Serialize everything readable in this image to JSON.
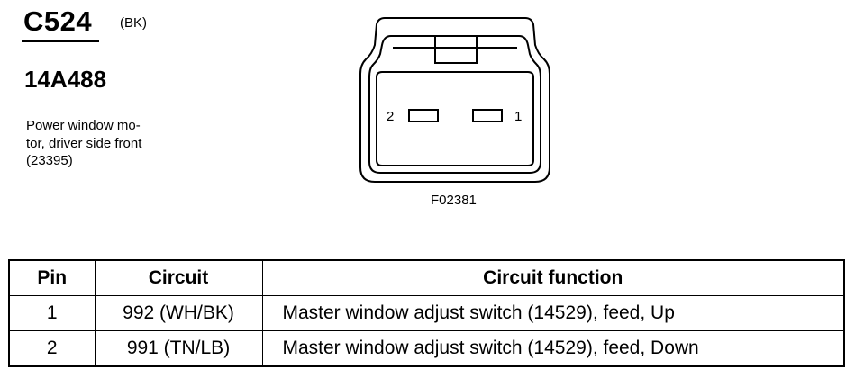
{
  "header": {
    "connector_id": "C524",
    "connector_color": "(BK)",
    "part_number": "14A488",
    "description_lines": [
      "Power window mo-",
      "tor, driver side front",
      "(23395)"
    ]
  },
  "diagram": {
    "pin_labels": [
      "2",
      "1"
    ],
    "figure_code": "F02381"
  },
  "table": {
    "headers": [
      "Pin",
      "Circuit",
      "Circuit function"
    ],
    "rows": [
      {
        "pin": "1",
        "circuit": "992 (WH/BK)",
        "function": "Master window adjust switch (14529), feed, Up"
      },
      {
        "pin": "2",
        "circuit": "991 (TN/LB)",
        "function": "Master window adjust switch (14529), feed, Down"
      }
    ]
  }
}
